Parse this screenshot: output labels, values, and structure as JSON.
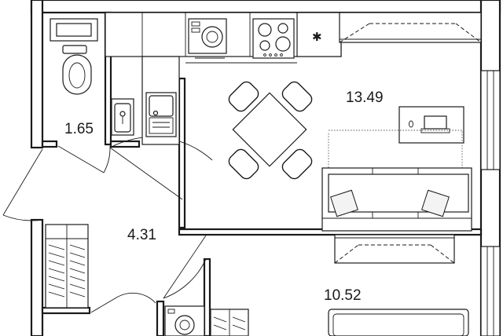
{
  "plan": {
    "rooms": [
      {
        "id": "bathroom",
        "area": "1.65"
      },
      {
        "id": "living-room",
        "area": "13.49"
      },
      {
        "id": "hallway",
        "area": "4.31"
      },
      {
        "id": "bedroom",
        "area": "10.52"
      }
    ],
    "icons": {
      "fridge": "snowflake-icon",
      "tv": "laptop-icon",
      "stove": "cooktop-icon",
      "washer": "washing-machine-icon",
      "sink": "sink-icon",
      "toilet": "toilet-icon",
      "dining": "table-with-chairs-icon",
      "sofa": "sofa-icon"
    },
    "snowflake_glyph": "✱",
    "colors": {
      "line": "#1a1a1a",
      "background": "#ffffff"
    }
  }
}
